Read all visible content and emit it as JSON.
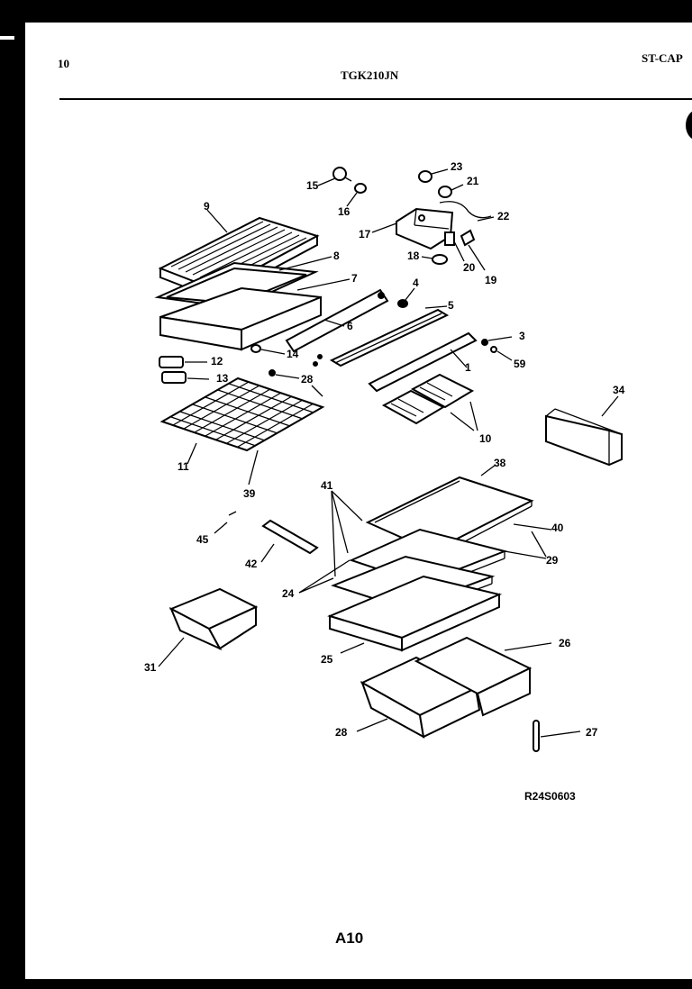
{
  "page_number": "10",
  "model": "TGK210JN",
  "corner_code": "ST-CAP",
  "diagram_code": "R24S0603",
  "page_id": "A10",
  "callouts": {
    "c1": "1",
    "c3": "3",
    "c4": "4",
    "c5": "5",
    "c6": "6",
    "c7": "7",
    "c8": "8",
    "c9": "9",
    "c10": "10",
    "c11": "11",
    "c12": "12",
    "c13": "13",
    "c14": "14",
    "c15": "15",
    "c16": "16",
    "c17": "17",
    "c18": "18",
    "c19": "19",
    "c20": "20",
    "c21": "21",
    "c22": "22",
    "c23": "23",
    "c24": "24",
    "c25": "25",
    "c26": "26",
    "c27": "27",
    "c28a": "28",
    "c28b": "28",
    "c29": "29",
    "c31": "31",
    "c34": "34",
    "c38": "38",
    "c39": "39",
    "c40": "40",
    "c41": "41",
    "c42": "42",
    "c45": "45",
    "c59": "59"
  }
}
